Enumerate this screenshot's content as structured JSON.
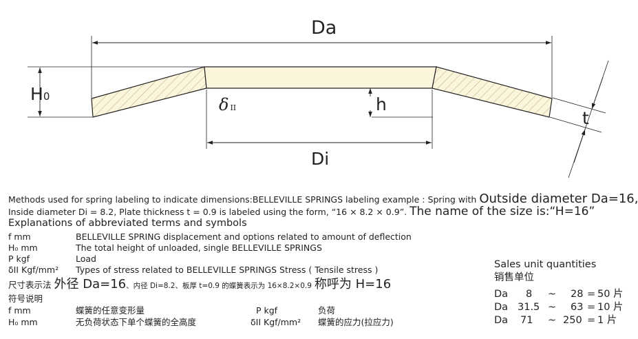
{
  "diagram": {
    "label_Da": "Da",
    "label_Di": "Di",
    "label_H0": "H",
    "label_H0_sub": "0",
    "label_h": "h",
    "label_t": "t",
    "label_delta": "δ",
    "label_delta_sub": "II",
    "colors": {
      "line": "#222222",
      "hatch_fill": "#fbf5dc",
      "hatch": "#b5a88a"
    }
  },
  "text": {
    "line1_small": "Methods used for spring labeling to indicate dimensions:BELLEVILLE SPRINGS labeling example : Spring with",
    "line1_big": "Outside diameter Da=16,",
    "line2_small": "Inside diameter Di = 8.2, Plate thickness t = 0.9 is labeled using the form, “16 × 8.2 × 0.9”.",
    "line2_big": "The name of the size is:“H=16”",
    "explanations_heading": "Explanations of abbreviated terms and symbols",
    "abbrev": [
      {
        "symbol": "f mm",
        "desc": "BELLEVILLE SPRING displacement and options related to amount of deflection"
      },
      {
        "symbol": "H₀ mm",
        "desc": "The total height of unloaded, single BELLEVILLE SPRINGS"
      },
      {
        "symbol": "P kgf",
        "desc": "Load"
      },
      {
        "symbol": "δII Kgf/mm²",
        "desc": "Types of stress related to BELLEVILLE SPRINGS Stress ( Tensile stress )"
      }
    ],
    "cn_line_a": "尺寸表示法",
    "cn_line_b": "外径 Da=16",
    "cn_line_c": "、内径 Di=8.2、板厚 t=0.9 的蝶簧表示为 16×8.2×0.9",
    "cn_line_d": "称呼为 H=16",
    "cn_heading": "符号说明",
    "cn_abbrev": [
      {
        "symbol": "f mm",
        "desc": "蝶簧的任意变形量"
      },
      {
        "symbol": "H₀ mm",
        "desc": "无负荷状态下单个蝶簧的全高度"
      },
      {
        "symbol": "P kgf",
        "desc": "负荷"
      },
      {
        "symbol": "δII Kgf/mm²",
        "desc": "蝶簧的应力(拉应力)"
      }
    ]
  },
  "sales": {
    "title_en": "Sales unit quantities",
    "title_cn": "销售单位",
    "rows": [
      {
        "label": "Da",
        "from": "8",
        "sep": "~",
        "to": "28",
        "eq": "=",
        "qty": "50 片"
      },
      {
        "label": "Da",
        "from": "31.5",
        "sep": "~",
        "to": "63",
        "eq": "=",
        "qty": "10 片"
      },
      {
        "label": "Da",
        "from": "71",
        "sep": "~",
        "to": "250",
        "eq": "=",
        "qty": "1 片"
      }
    ]
  }
}
